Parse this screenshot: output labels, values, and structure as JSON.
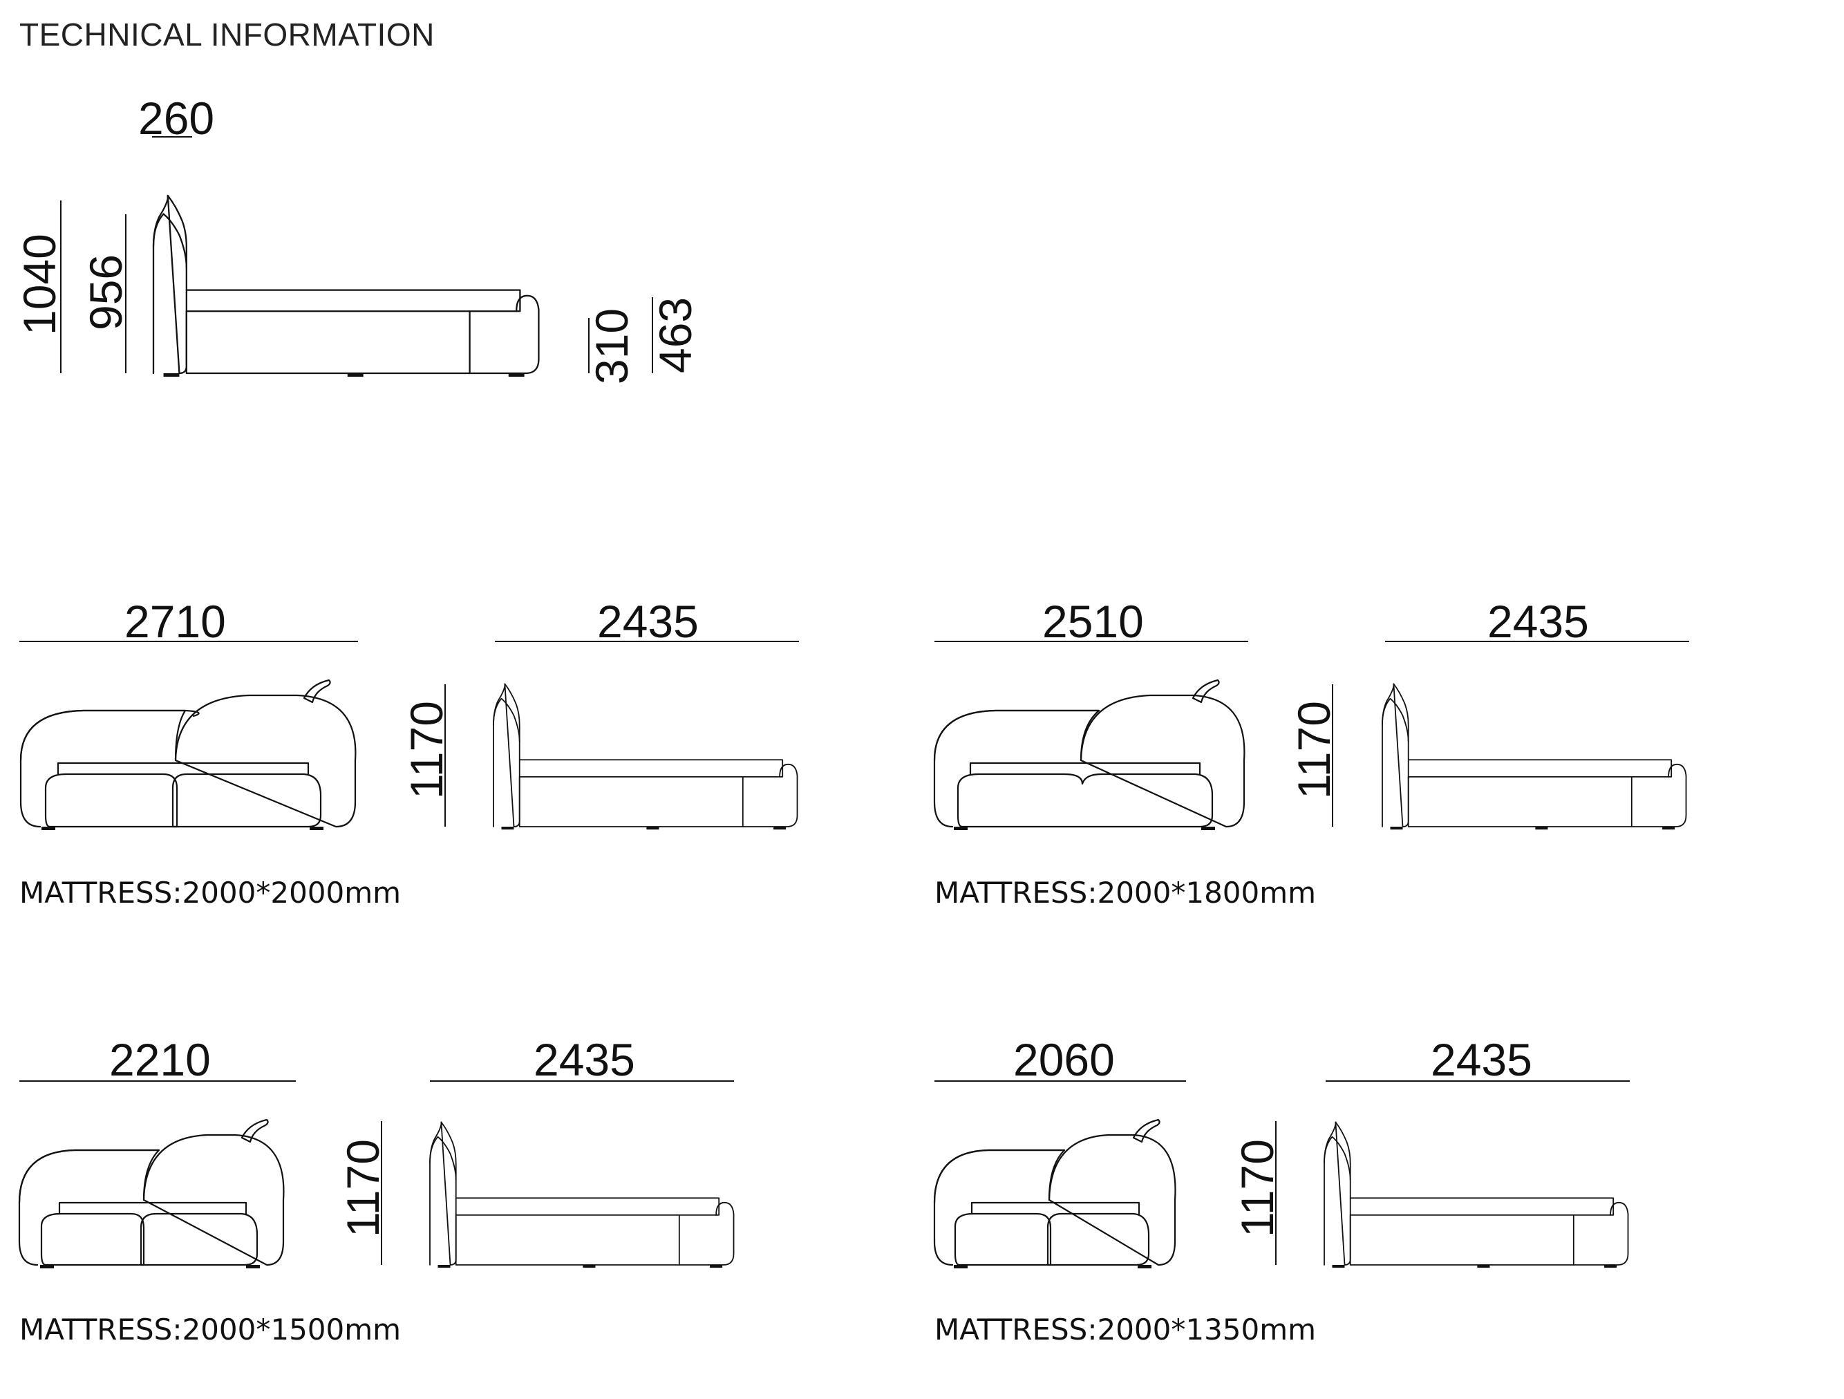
{
  "title": "TECHNICAL INFORMATION",
  "detail": {
    "headboard_depth": "260",
    "total_height": "1040",
    "headboard_height": "956",
    "frame_height": "310",
    "footboard_height": "463"
  },
  "variants": [
    {
      "width": "2710",
      "length": "2435",
      "height": "1170",
      "mattress": "MATTRESS:2000*2000mm"
    },
    {
      "width": "2510",
      "length": "2435",
      "height": "1170",
      "mattress": "MATTRESS:2000*1800mm"
    },
    {
      "width": "2210",
      "length": "2435",
      "height": "1170",
      "mattress": "MATTRESS:2000*1500mm"
    },
    {
      "width": "2060",
      "length": "2435",
      "height": "1170",
      "mattress": "MATTRESS:2000*1350mm"
    }
  ],
  "colors": {
    "line": "#111111",
    "background": "#ffffff"
  }
}
